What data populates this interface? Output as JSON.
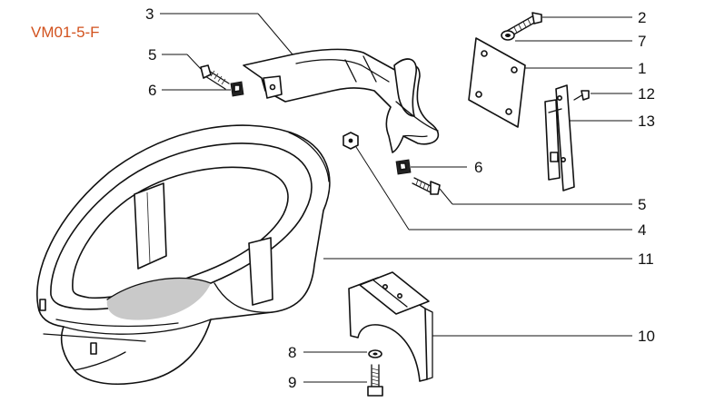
{
  "drawing_code": "VM01-5-F",
  "code_color": "#d2521e",
  "callouts": {
    "part_3": "3",
    "part_2": "2",
    "part_7": "7",
    "part_1": "1",
    "part_5_top": "5",
    "part_6_top": "6",
    "part_12": "12",
    "part_13": "13",
    "part_6_mid": "6",
    "part_5_mid": "5",
    "part_4": "4",
    "part_11": "11",
    "part_10": "10",
    "part_8": "8",
    "part_9": "9"
  }
}
